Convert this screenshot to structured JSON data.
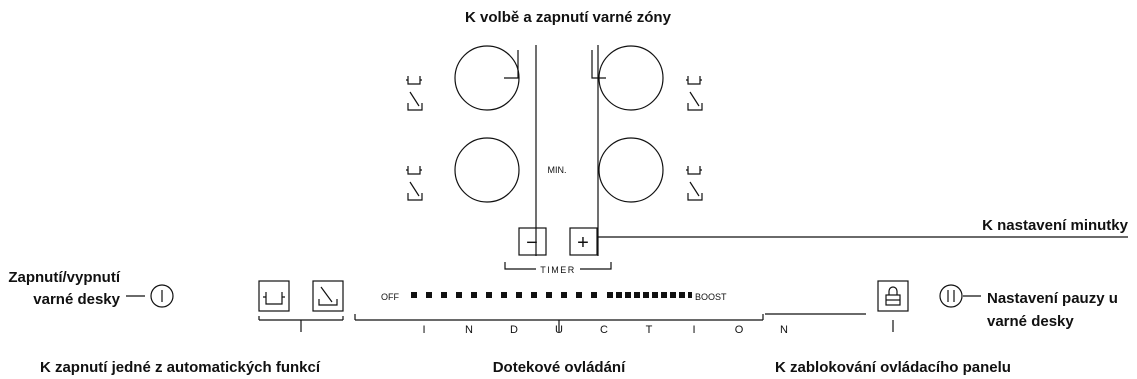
{
  "labels": {
    "select_zone": "K volbě a zapnutí varné zóny",
    "timer_setting": "K nastavení minutky",
    "power_line1": "Zapnutí/vypnutí",
    "power_line2": "varné desky",
    "pause_line1": "Nastavení pauzy u",
    "pause_line2": "varné desky",
    "auto_functions": "K zapnutí jedné z automatických funkcí",
    "touch_control": "Dotekové ovládání",
    "lock_panel": "K zablokování ovládacího panelu"
  },
  "panel": {
    "min_label": "MIN.",
    "timer_label": "TIMER",
    "timer_minus": "−",
    "timer_plus": "+",
    "scale_off": "OFF",
    "scale_boost": "BOOST",
    "induction_letters": [
      "I",
      "N",
      "D",
      "U",
      "C",
      "T",
      "I",
      "O",
      "N"
    ]
  },
  "icons": {
    "zones": [
      "hob-zone-front-left-icon",
      "hob-zone-rear-left-icon",
      "hob-zone-rear-right-icon",
      "hob-zone-front-right-icon"
    ],
    "pot": "pot-icon",
    "pan_spatula": "pan-with-spatula-icon",
    "power": "power-icon",
    "pause": "pause-icon",
    "lock": "padlock-icon"
  }
}
